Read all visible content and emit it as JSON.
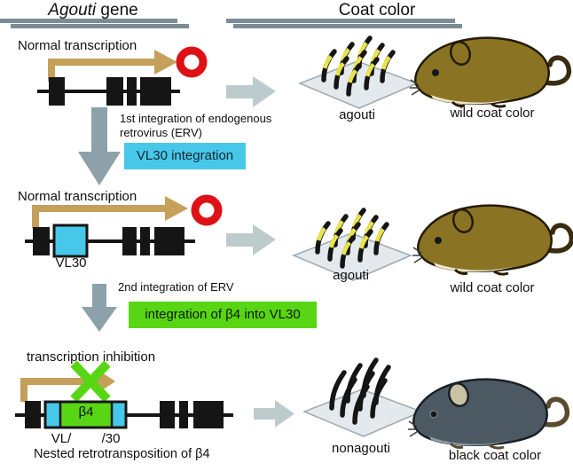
{
  "header": {
    "left_title": {
      "italic": "Agouti",
      "rest": " gene"
    },
    "right_title": "Coat color"
  },
  "stage1": {
    "transcription_label": "Normal transcription",
    "hair_patch_label": "agouti",
    "mouse_label": "wild coat color"
  },
  "transition1": {
    "caption_line1": "1st integration of endogenous",
    "caption_line2": "retrovirus (ERV)",
    "highlight_box": "VL30 integration"
  },
  "stage2": {
    "transcription_label": "Normal transcription",
    "insert_label": "VL30",
    "hair_patch_label": "agouti",
    "mouse_label": "wild coat color"
  },
  "transition2": {
    "caption_line1": "2nd integration of ERV",
    "highlight_box": "integration of β4 into VL30"
  },
  "stage3": {
    "transcription_label": "transcription inhibition",
    "insert_label": "β4",
    "insert_left_label": "VL/",
    "insert_right_label": "/30",
    "footnote": "Nested retrotransposition of β4",
    "hair_patch_label": "nonagouti",
    "mouse_label": "black coat color"
  },
  "colors": {
    "header_bar": "#7C8C96",
    "transcription_arrow_tan": "#C5A05A",
    "stop_ring_red": "#DE1116",
    "vl30_cyan": "#47C8EA",
    "b4_green": "#58D614",
    "flow_arrow_gray": "#8DA1AB",
    "result_arrow_gray": "#BDCBCD",
    "agouti_band_yellow": "#E9E34B",
    "wild_coat_brown": "#8A7424",
    "black_coat_gray": "#4C5963"
  }
}
